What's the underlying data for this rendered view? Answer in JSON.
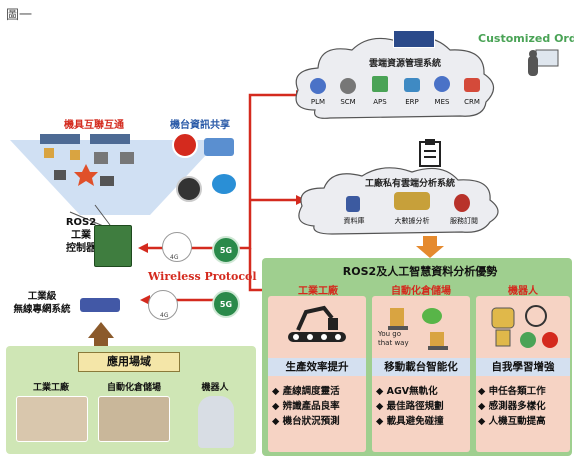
{
  "figure_label": "圖一",
  "top_right_caption": "Customized Orde",
  "cloud_mgmt": {
    "title": "雲端資源管理系統",
    "items": [
      "PLM",
      "SCM",
      "APS",
      "ERP",
      "MES",
      "CRM"
    ]
  },
  "cloud_private": {
    "title": "工廠私有雲端分析系統",
    "items": [
      "資料庫",
      "大數據分析",
      "服務訂閱"
    ]
  },
  "left": {
    "machine_interconnect": "機具互聯互通",
    "machine_info_share": "機台資訊共享",
    "ros2_controller": [
      "ROS2",
      "工業",
      "控制器"
    ],
    "wireless_protocol": "Wireless Protocol",
    "industrial_wireless": [
      "工業級",
      "無線專網系統"
    ],
    "badge_4g": "4G",
    "badge_5g": "5G"
  },
  "applications": {
    "title": "應用場域",
    "items": [
      "工業工廠",
      "自動化倉儲場",
      "機器人"
    ]
  },
  "analysis": {
    "title": "ROS2及人工智慧資料分析優勢",
    "columns": [
      {
        "header": "工業工廠",
        "subtitle": "生產效率提升",
        "bullets": [
          "產線調度靈活",
          "辨識產品良率",
          "機台狀況預測"
        ]
      },
      {
        "header": "自動化倉儲場",
        "subtitle": "移動載台智能化",
        "bubble_text": [
          "You go",
          "that way"
        ],
        "bullets": [
          "AGV無軌化",
          "最佳路徑規劃",
          "載具避免碰撞"
        ]
      },
      {
        "header": "機器人",
        "subtitle": "自我學習增強",
        "bullets": [
          "申任各類工作",
          "感測器多樣化",
          "人機互動提高"
        ]
      }
    ]
  },
  "colors": {
    "arrow_red": "#d42a1e",
    "green_panel": "#9fcf8f",
    "green_header": "#3d9b3d",
    "orange_header": "#e0702a",
    "col_bg": "#f6d3c4",
    "cloud_fill": "#ecedf1",
    "apps_panel": "#cfe6b5"
  }
}
